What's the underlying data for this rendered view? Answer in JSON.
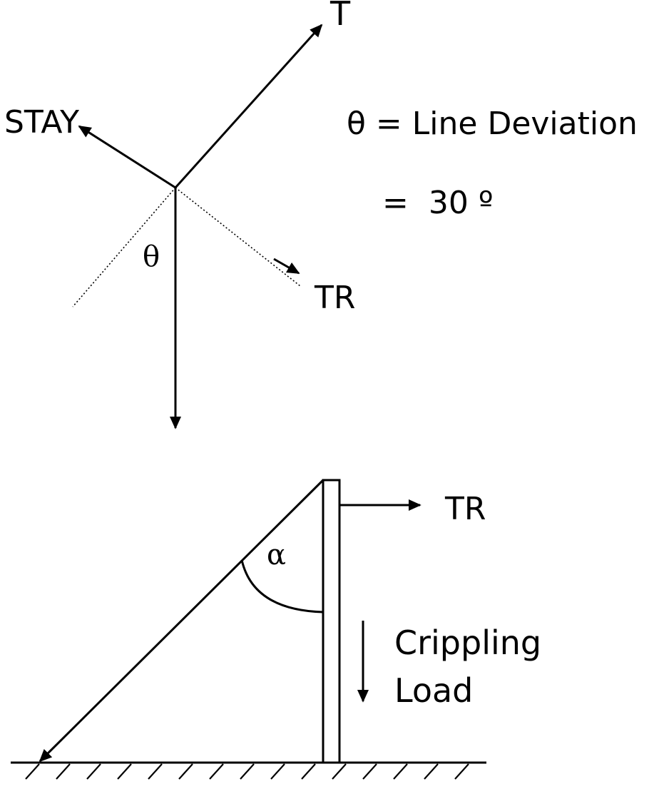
{
  "plan_view": {
    "label_t": "T",
    "label_stay": "STAY",
    "label_tr": "TR",
    "label_theta": "θ",
    "definition_line1": "θ = Line Deviation",
    "definition_line2": "=  30 º"
  },
  "elevation_view": {
    "label_tr": "TR",
    "label_alpha": "α",
    "label_load_line1": "Crippling",
    "label_load_line2": "Load"
  },
  "colors": {
    "ink": "#000000",
    "background": "#ffffff"
  }
}
